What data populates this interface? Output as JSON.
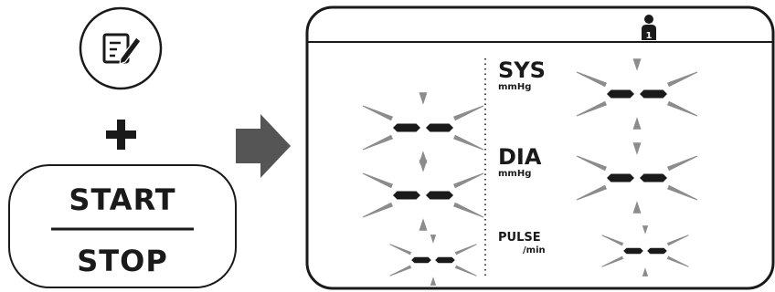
{
  "button": {
    "top_label": "START",
    "bottom_label": "STOP"
  },
  "display": {
    "user_number": "1",
    "rows": [
      {
        "label": "SYS",
        "unit": "mmHg"
      },
      {
        "label": "DIA",
        "unit": "mmHg"
      },
      {
        "label": "PULSE",
        "unit": "/min"
      }
    ]
  },
  "icons": {
    "memo": "memo-edit-icon",
    "plus": "plus-icon",
    "arrow": "arrow-right-icon",
    "user": "user-icon"
  },
  "colors": {
    "ink": "#1a1a1a",
    "ray": "#8c8c8c",
    "arrow": "#555555"
  }
}
